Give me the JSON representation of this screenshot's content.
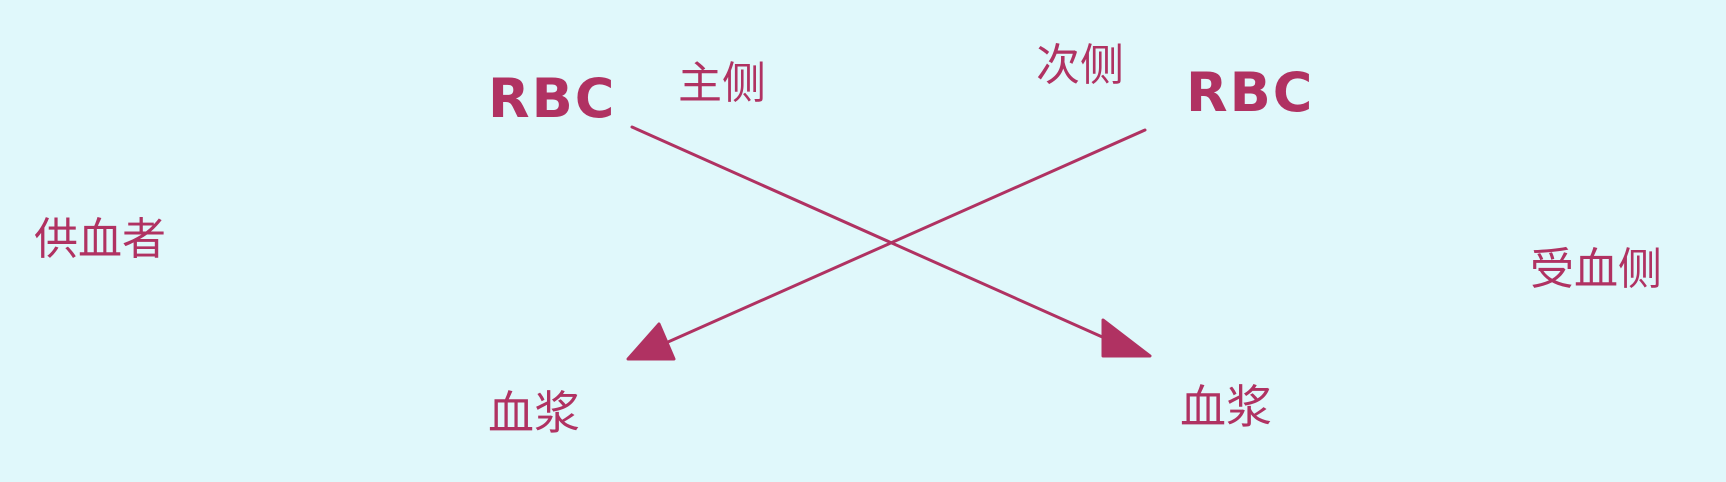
{
  "labels": {
    "donor": "供血者",
    "recipient_side": "受血侧",
    "major_side": "主侧",
    "minor_side": "次侧",
    "rbc_left": "RBC",
    "rbc_right": "RBC",
    "plasma_left": "血浆",
    "plasma_right": "血浆"
  },
  "colors": {
    "background": "#e0f8fb",
    "ink": "#b03262"
  },
  "arrows": [
    {
      "from": "rbc_left",
      "to": "plasma_right"
    },
    {
      "from": "rbc_right",
      "to": "plasma_left"
    }
  ]
}
